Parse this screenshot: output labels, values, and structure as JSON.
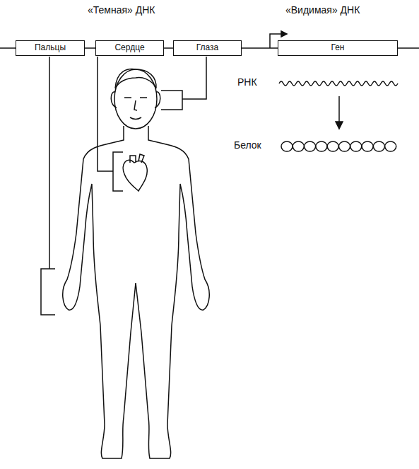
{
  "diagram": {
    "nodes": [
      {
        "text": [
          "Пальцы"
        ]
      },
      {
        "text": [
          "Сердце"
        ]
      },
      {
        "text": [
          "Глаза"
        ]
      },
      {
        "text": [
          "Ген"
        ]
      }
    ],
    "edges": [
      {
        "from": 0,
        "to": 1,
        "arrow": "none"
      },
      {
        "from": 1,
        "to": 2,
        "arrow": "none"
      },
      {
        "from": 2,
        "to": 3,
        "arrow": "none"
      }
    ],
    "labels": [
      "«Темная» ДНК",
      "«Видимая» ДНК",
      "РНК",
      "Белок"
    ]
  }
}
